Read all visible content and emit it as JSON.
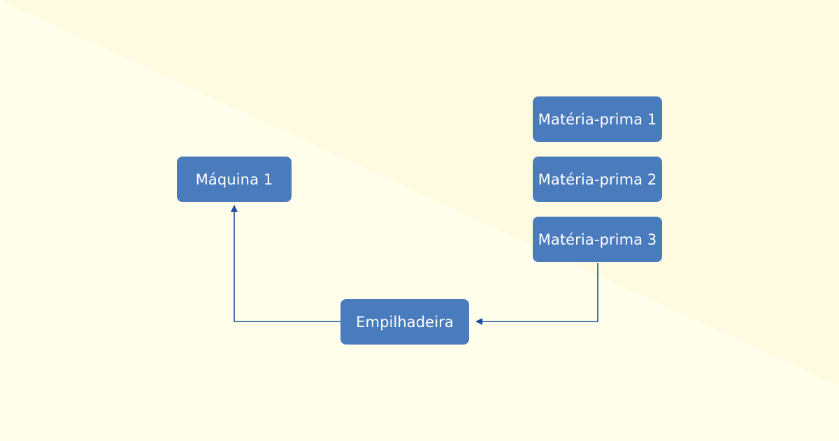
{
  "colors": {
    "background": "#fffeeb",
    "background_shade": "#fffbe0",
    "node_fill": "#4a7bbd",
    "node_text": "#ffffff",
    "connector": "#1f4f9e"
  },
  "nodes": {
    "maquina": {
      "label": "Máquina 1"
    },
    "mp1": {
      "label": "Matéria-prima 1"
    },
    "mp2": {
      "label": "Matéria-prima 2"
    },
    "mp3": {
      "label": "Matéria-prima 3"
    },
    "empilhadeira": {
      "label": "Empilhadeira"
    }
  },
  "edges": [
    {
      "from": "mp3",
      "to": "empilhadeira"
    },
    {
      "from": "empilhadeira",
      "to": "maquina"
    }
  ]
}
